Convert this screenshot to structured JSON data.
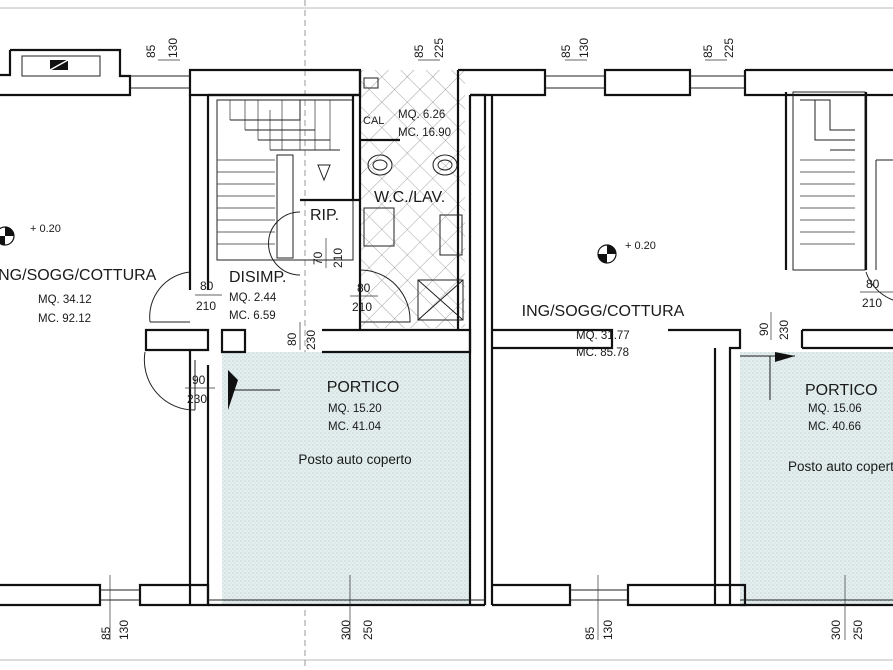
{
  "rooms": {
    "living_left": {
      "name": "ING/SOGG/COTTURA",
      "mq": "MQ. 34.12",
      "mc": "MC. 92.12",
      "level": "+ 0.20"
    },
    "disimp": {
      "name": "DISIMP.",
      "mq": "MQ. 2.44",
      "mc": "MC. 6.59"
    },
    "rip": {
      "name": "RIP."
    },
    "cal": {
      "name": "CAL"
    },
    "wc": {
      "name": "W.C./LAV.",
      "mq": "MQ. 6.26",
      "mc": "MC. 16.90"
    },
    "living_mid": {
      "name": "ING/SOGG/COTTURA",
      "mq": "MQ. 31.77",
      "mc": "MC. 85.78",
      "level": "+ 0.20"
    },
    "portico_left": {
      "name": "PORTICO",
      "mq": "MQ. 15.20",
      "mc": "MC. 41.04",
      "note": "Posto auto coperto"
    },
    "portico_right": {
      "name": "PORTICO",
      "mq": "MQ. 15.06",
      "mc": "MC. 40.66",
      "note": "Posto auto coperto"
    }
  },
  "dimensions": {
    "top_win_1": [
      "85",
      "130"
    ],
    "top_win_2": [
      "85",
      "225"
    ],
    "top_win_3": [
      "85",
      "130"
    ],
    "top_win_4": [
      "85",
      "225"
    ],
    "door_left": [
      "80",
      "210"
    ],
    "door_rip": [
      "70",
      "210"
    ],
    "door_wc": [
      "80",
      "210"
    ],
    "door_right": [
      "80",
      "210"
    ],
    "door_portico_left": [
      "80",
      "230"
    ],
    "door_entry_left": [
      "90",
      "230"
    ],
    "door_portico_right": [
      "90",
      "230"
    ],
    "bot_win_1": [
      "85",
      "130"
    ],
    "bot_win_2": [
      "300",
      "250"
    ],
    "bot_win_3": [
      "85",
      "130"
    ],
    "bot_win_4": [
      "300",
      "250"
    ]
  },
  "colors": {
    "wall": "#111111",
    "portico_fill": "#dfeaea",
    "tile_line": "#8a8a8a"
  }
}
